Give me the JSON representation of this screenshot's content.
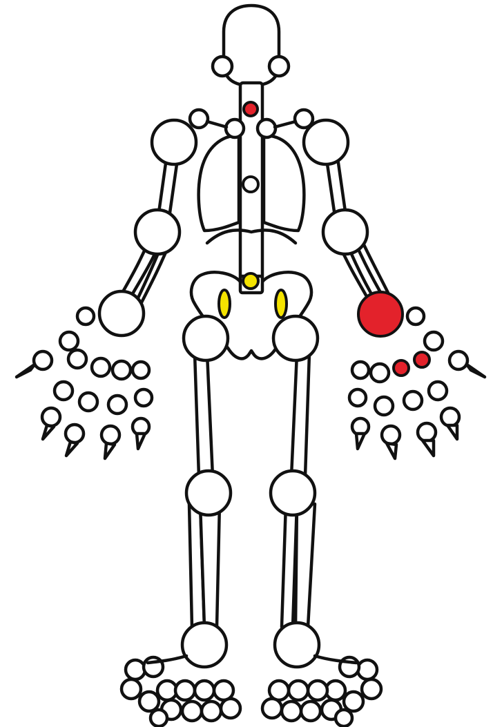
{
  "figure": {
    "subject": "skeleton-joint-map",
    "palette": {
      "background": "#ffffff",
      "outline": "#111111",
      "bone_fill": "#ffffff",
      "unaffected": "#ffffff",
      "red": "#e3222b",
      "yellow": "#f4e300"
    }
  },
  "joints": [
    {
      "id": "cervical-spine",
      "status": "red"
    },
    {
      "id": "thoracic-spine",
      "status": "unaffected"
    },
    {
      "id": "lumbar-spine",
      "status": "yellow"
    },
    {
      "id": "sacroiliac-left",
      "status": "yellow"
    },
    {
      "id": "sacroiliac-right",
      "status": "yellow"
    },
    {
      "id": "wrist-left",
      "status": "red"
    },
    {
      "id": "mcp-left-index",
      "status": "red"
    },
    {
      "id": "mcp-left-middle",
      "status": "red"
    }
  ]
}
